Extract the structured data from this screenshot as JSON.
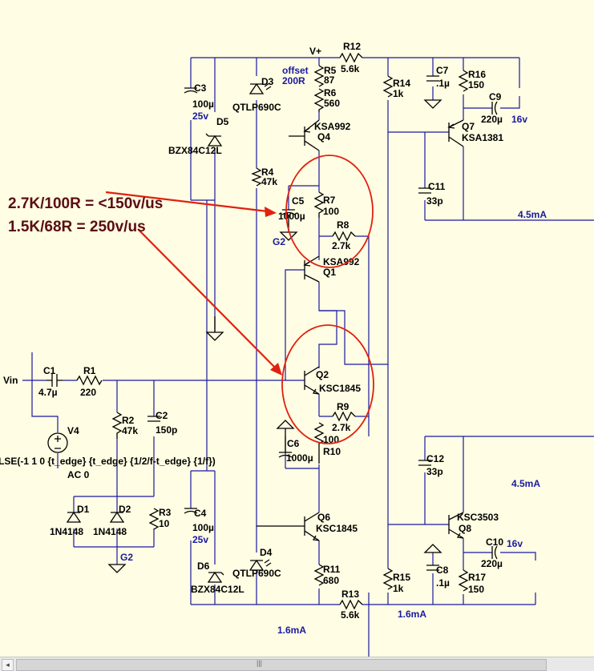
{
  "annotations": {
    "line1": "2.7K/100R = <150v/us",
    "line2": "1.5K/68R = 250v/us",
    "arrow_color": "#e02010",
    "circle_color": "#e02010"
  },
  "nets": {
    "vplus": "V+",
    "vin": "Vin",
    "g2_a": "G2",
    "g2_b": "G2",
    "offset": "offset",
    "offset_val": "200R"
  },
  "components": {
    "r1": {
      "name": "R1",
      "value": "220"
    },
    "r2": {
      "name": "R2",
      "value": "47k"
    },
    "r3": {
      "name": "R3",
      "value": "10"
    },
    "r4": {
      "name": "R4",
      "value": "47k"
    },
    "r5": {
      "name": "R5",
      "value": "87"
    },
    "r6": {
      "name": "R6",
      "value": "560"
    },
    "r7": {
      "name": "R7",
      "value": "100"
    },
    "r8": {
      "name": "R8",
      "value": "2.7k"
    },
    "r9": {
      "name": "R9",
      "value": "2.7k"
    },
    "r10": {
      "name": "R10",
      "value": "100"
    },
    "r11": {
      "name": "R11",
      "value": "680"
    },
    "r12": {
      "name": "R12",
      "value": "5.6k"
    },
    "r13": {
      "name": "R13",
      "value": "5.6k"
    },
    "r14": {
      "name": "R14",
      "value": "1k"
    },
    "r15": {
      "name": "R15",
      "value": "1k"
    },
    "r16": {
      "name": "R16",
      "value": "150"
    },
    "r17": {
      "name": "R17",
      "value": "150"
    },
    "c1": {
      "name": "C1",
      "value": "4.7µ"
    },
    "c2": {
      "name": "C2",
      "value": "150p"
    },
    "c3": {
      "name": "C3",
      "value": "100µ",
      "rating": "25v"
    },
    "c4": {
      "name": "C4",
      "value": "100µ",
      "rating": "25v"
    },
    "c5": {
      "name": "C5",
      "value": "1000µ"
    },
    "c6": {
      "name": "C6",
      "value": "1000µ"
    },
    "c7": {
      "name": "C7",
      "value": ".1µ"
    },
    "c8": {
      "name": "C8",
      "value": ".1µ"
    },
    "c9": {
      "name": "C9",
      "value": "220µ",
      "rating": "16v"
    },
    "c10": {
      "name": "C10",
      "value": "220µ",
      "rating": "16v"
    },
    "c11": {
      "name": "C11",
      "value": "33p"
    },
    "c12": {
      "name": "C12",
      "value": "33p"
    },
    "d1": {
      "name": "D1",
      "value": "1N4148"
    },
    "d2": {
      "name": "D2",
      "value": "1N4148"
    },
    "d3": {
      "name": "D3",
      "value": "QTLP690C"
    },
    "d4": {
      "name": "D4",
      "value": "QTLP690C"
    },
    "d5": {
      "name": "D5",
      "value": "BZX84C12L"
    },
    "d6": {
      "name": "D6",
      "value": "BZX84C12L"
    },
    "q1": {
      "name": "Q1",
      "value": "KSA992"
    },
    "q2": {
      "name": "Q2",
      "value": "KSC1845"
    },
    "q4": {
      "name": "Q4",
      "value": "KSA992"
    },
    "q6": {
      "name": "Q6",
      "value": "KSC1845"
    },
    "q7": {
      "name": "Q7",
      "value": "KSA1381"
    },
    "q8": {
      "name": "Q8",
      "value": "KSC3503"
    },
    "v4": {
      "name": "V4",
      "source": "LSE(-1 1 0 {t_edge} {t_edge} {1/2/f-t_edge} {1/f})",
      "ac": "AC 0"
    }
  },
  "currents": {
    "top_right": "4.5mA",
    "mid_right": "4.5mA",
    "bottom_left": "1.6mA",
    "bottom_mid": "1.6mA"
  },
  "scrollbar": {
    "grip": "|||"
  }
}
